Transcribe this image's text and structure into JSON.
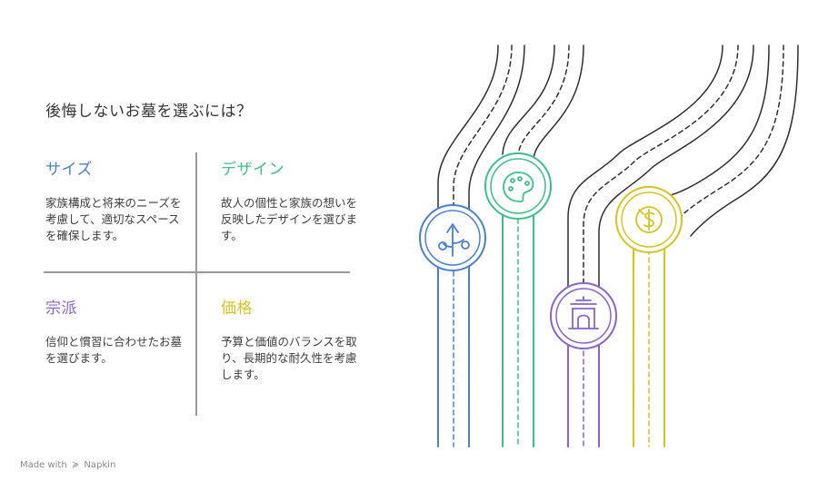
{
  "title": "後悔しないお墓を選ぶには？",
  "quadrants": {
    "size": {
      "heading": "サイズ",
      "body": "家族構成と将来のニーズを考慮して、適切なスペースを確保します。",
      "color": "#4a7fd4"
    },
    "design": {
      "heading": "デザイン",
      "body": "故人の個性と家族の想いを反映したデザインを選びます。",
      "color": "#3dbf8a"
    },
    "sect": {
      "heading": "宗派",
      "body": "信仰と慣習に合わせたお墓を選びます。",
      "color": "#8a63d2"
    },
    "price": {
      "heading": "価格",
      "body": "予算と価値のバランスを取り、長期的な耐久性を考慮します。",
      "color": "#d6c41e"
    }
  },
  "roads": [
    {
      "name": "size",
      "icon": "sprout-icon",
      "color": "#4a7fd4"
    },
    {
      "name": "design",
      "icon": "palette-icon",
      "color": "#3dbf8a"
    },
    {
      "name": "sect",
      "icon": "temple-icon",
      "color": "#8a63d2"
    },
    {
      "name": "price",
      "icon": "coin-icon",
      "color": "#d6c41e"
    }
  ],
  "footer": {
    "prefix": "Made with",
    "brand": "Napkin"
  }
}
